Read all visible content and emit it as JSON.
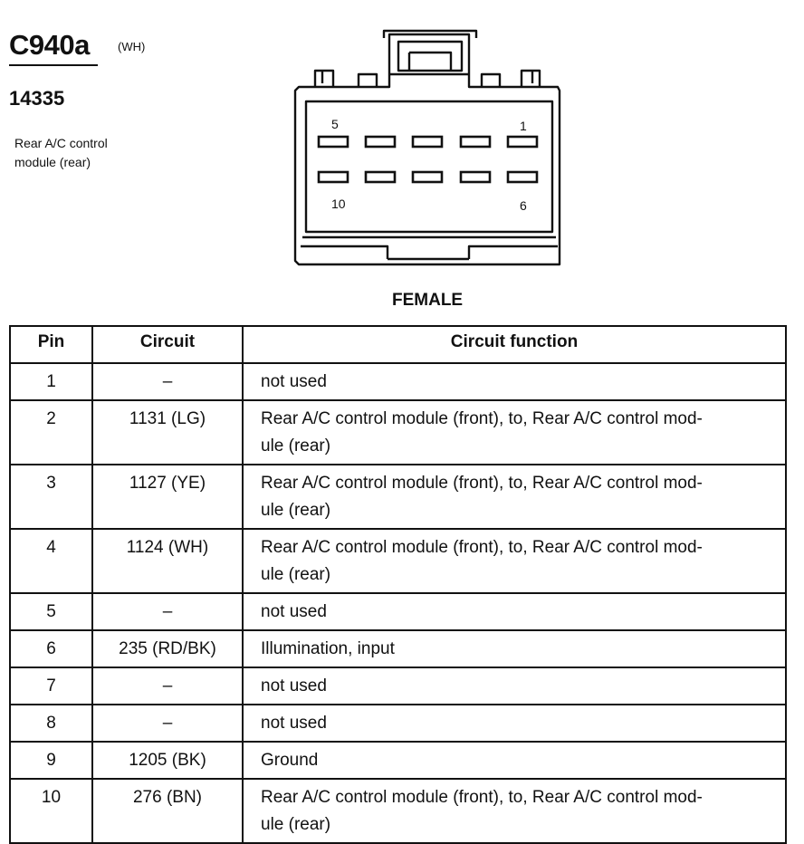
{
  "header": {
    "connector_id": "C940a",
    "color_code": "(WH)",
    "part_number": "14335",
    "description_line1": "Rear A/C control",
    "description_line2": "module (rear)"
  },
  "diagram": {
    "pin_label_top_left": "5",
    "pin_label_top_right": "1",
    "pin_label_bottom_left": "10",
    "pin_label_bottom_right": "6",
    "view_label": "FEMALE"
  },
  "table": {
    "headers": [
      "Pin",
      "Circuit",
      "Circuit function"
    ],
    "rows": [
      {
        "pin": "1",
        "circuit": "–",
        "function_lines": [
          "not used"
        ]
      },
      {
        "pin": "2",
        "circuit": "1131 (LG)",
        "function_lines": [
          "Rear A/C control module (front), to, Rear A/C control mod-",
          "ule (rear)"
        ]
      },
      {
        "pin": "3",
        "circuit": "1127 (YE)",
        "function_lines": [
          "Rear A/C control module (front), to, Rear A/C control mod-",
          "ule (rear)"
        ]
      },
      {
        "pin": "4",
        "circuit": "1124 (WH)",
        "function_lines": [
          "Rear A/C control module (front), to, Rear A/C control mod-",
          "ule (rear)"
        ]
      },
      {
        "pin": "5",
        "circuit": "–",
        "function_lines": [
          "not used"
        ]
      },
      {
        "pin": "6",
        "circuit": "235 (RD/BK)",
        "function_lines": [
          "Illumination, input"
        ]
      },
      {
        "pin": "7",
        "circuit": "–",
        "function_lines": [
          "not used"
        ]
      },
      {
        "pin": "8",
        "circuit": "–",
        "function_lines": [
          "not used"
        ]
      },
      {
        "pin": "9",
        "circuit": "1205 (BK)",
        "function_lines": [
          "Ground"
        ]
      },
      {
        "pin": "10",
        "circuit": "276 (BN)",
        "function_lines": [
          "Rear A/C control module (front), to, Rear A/C control mod-",
          "ule (rear)"
        ]
      }
    ]
  }
}
